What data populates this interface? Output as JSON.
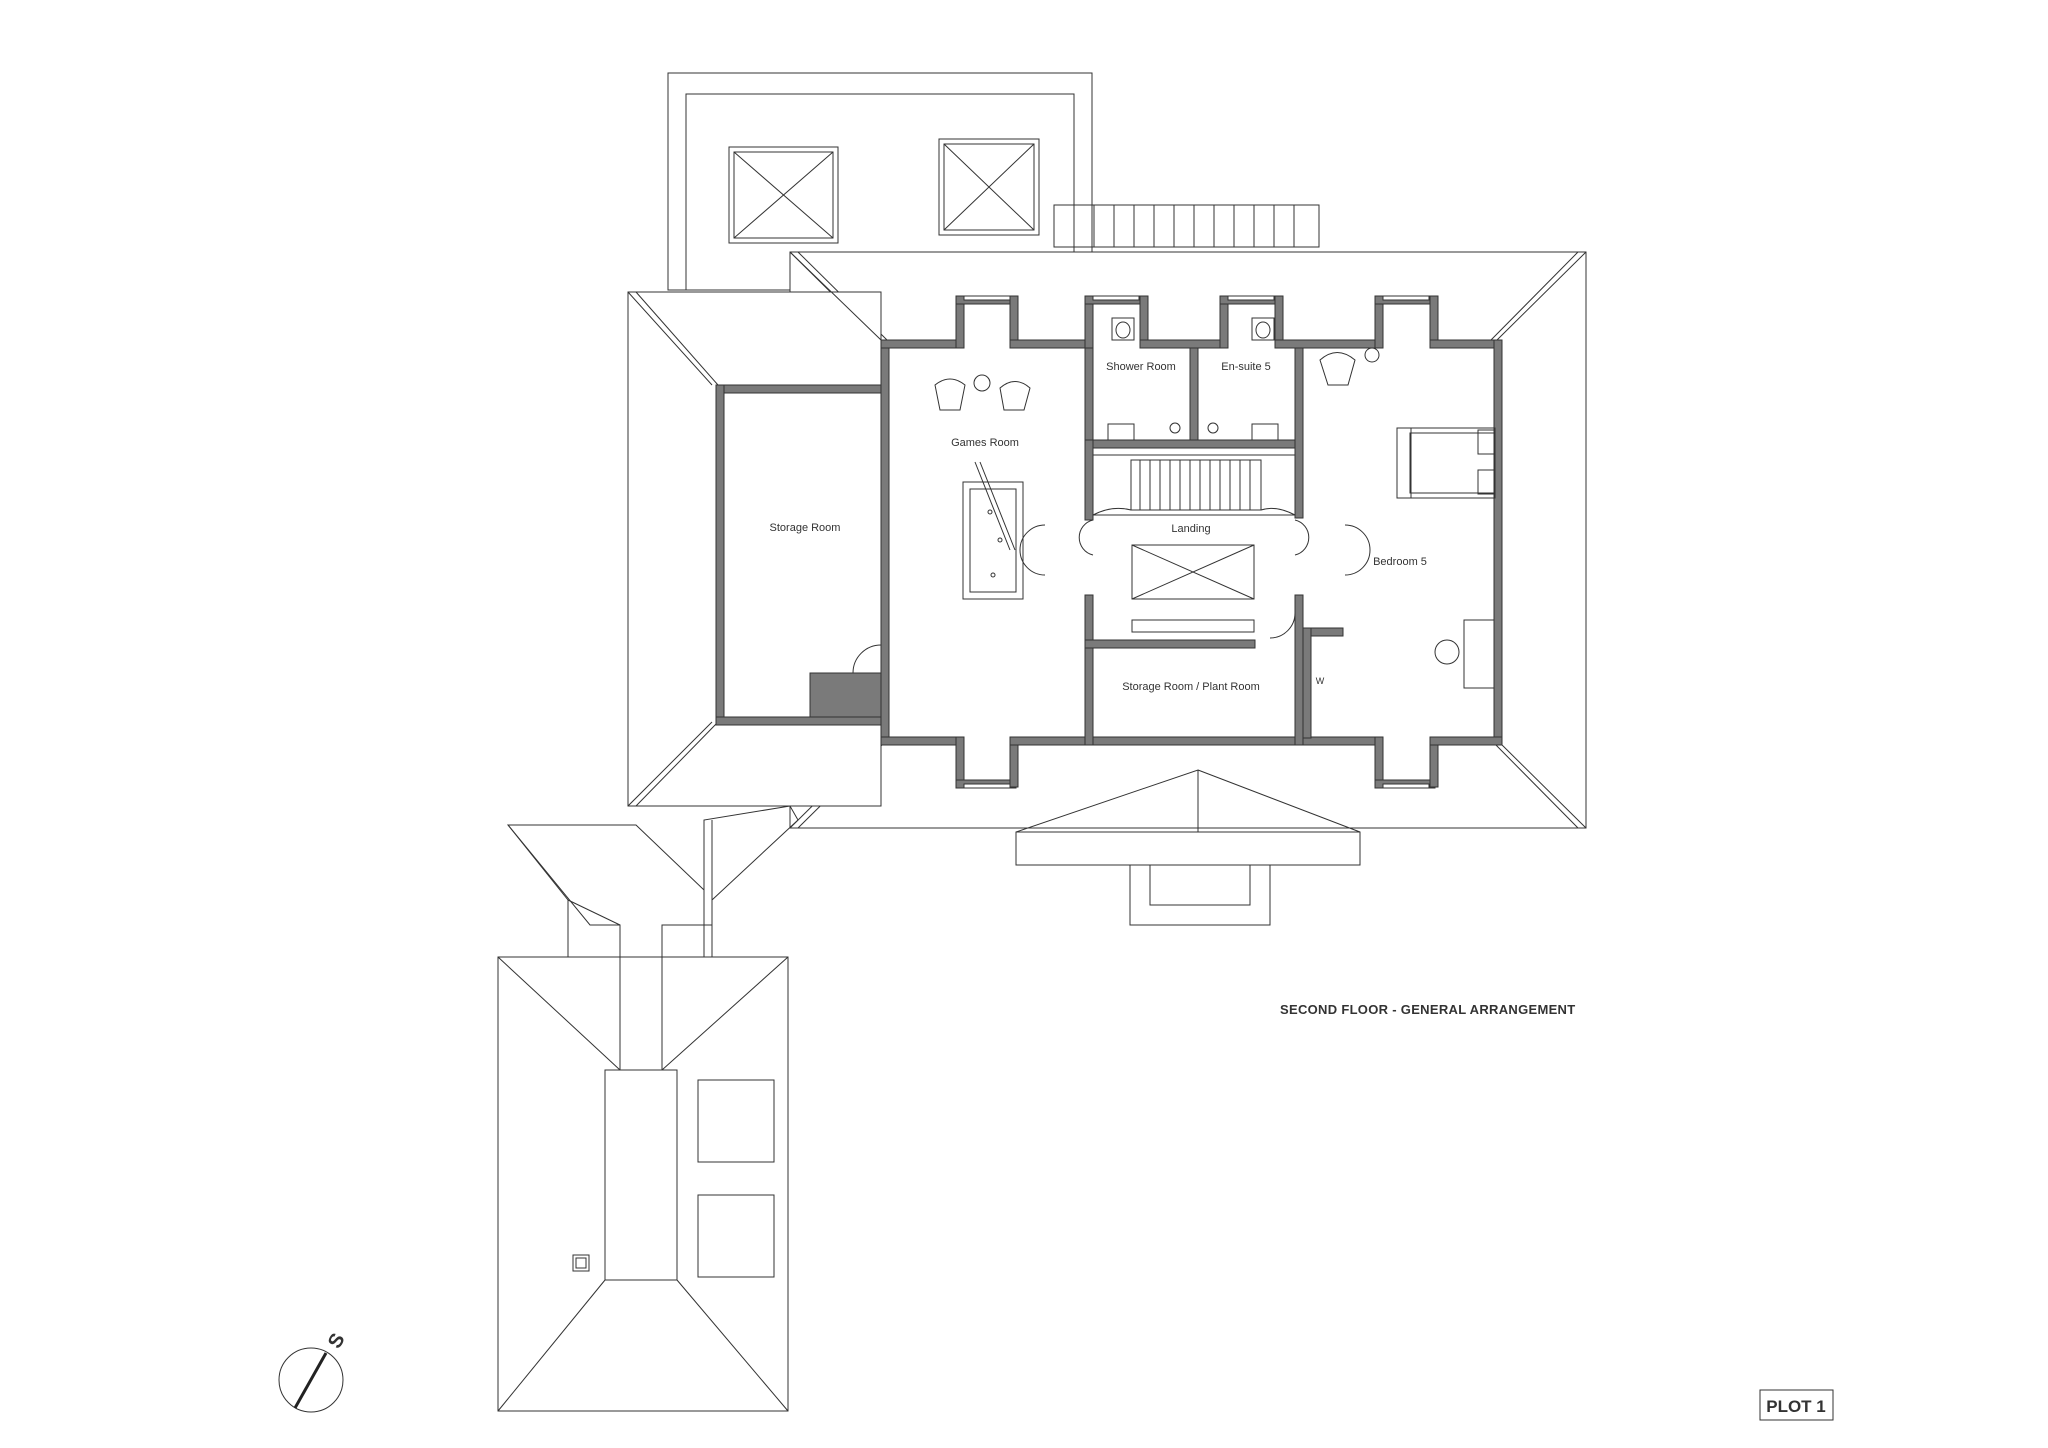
{
  "drawing": {
    "title": "SECOND FLOOR - GENERAL ARRANGEMENT",
    "plot_label": "PLOT 1",
    "north_letter": "S"
  },
  "rooms": {
    "storage_room": "Storage Room",
    "games_room": "Games Room",
    "shower_room": "Shower Room",
    "ensuite": "En-suite 5",
    "landing": "Landing",
    "bedroom": "Bedroom 5",
    "plant_room": "Storage Room / Plant Room",
    "wardrobe": "W"
  }
}
